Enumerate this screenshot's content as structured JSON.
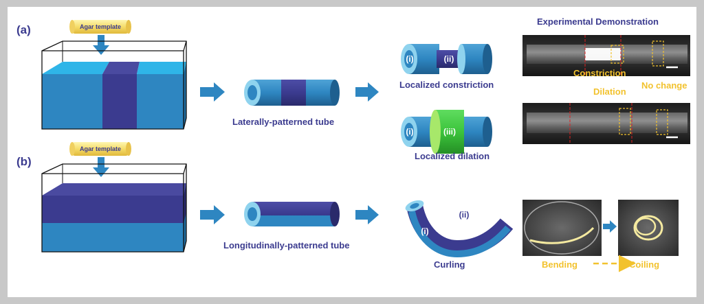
{
  "panel_a": {
    "label": "(a)",
    "template_label": "Agar template",
    "tube_caption": "Laterally-patterned tube",
    "constriction_caption": "Localized constriction",
    "dilation_caption": "Localized dilation",
    "tag_i": "(i)",
    "tag_ii": "(ii)",
    "tag_iii": "(iii)"
  },
  "panel_b": {
    "label": "(b)",
    "template_label": "Agar template",
    "tube_caption": "Longitudinally-patterned tube",
    "curl_caption": "Curling",
    "tag_i": "(i)",
    "tag_ii": "(ii)"
  },
  "experimental": {
    "title": "Experimental Demonstration",
    "constriction": "Constriction",
    "dilation": "Dilation",
    "no_change": "No change",
    "bending": "Bending",
    "coiling": "Coiling"
  },
  "colors": {
    "teal": "#2e86c1",
    "light_teal": "#8fd3ee",
    "cyan": "#1fb0e0",
    "navy": "#3b3b8f",
    "green": "#3cc43c",
    "yellow": "#f2c22e"
  }
}
